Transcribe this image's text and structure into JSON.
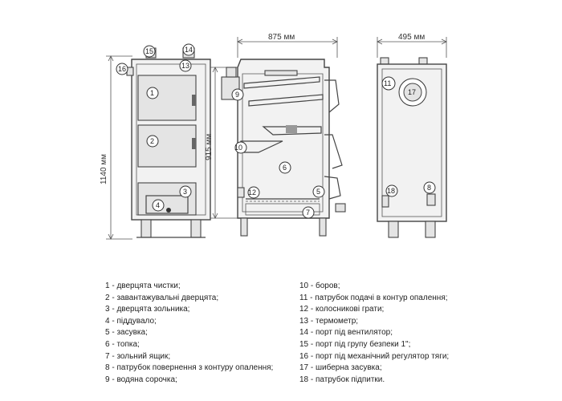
{
  "dimensions": {
    "height_total": "1140 мм",
    "height_body": "915 мм",
    "depth": "875 мм",
    "width": "495 мм"
  },
  "callouts": {
    "c1": "1",
    "c2": "2",
    "c3": "3",
    "c4": "4",
    "c5": "5",
    "c6": "6",
    "c7": "7",
    "c8": "8",
    "c9": "9",
    "c10": "10",
    "c11": "11",
    "c12": "12",
    "c13": "13",
    "c14": "14",
    "c15": "15",
    "c16": "16",
    "c17": "17",
    "c18": "18"
  },
  "legend_left": [
    "1 - дверцята чистки;",
    "2 - завантажувальні дверцята;",
    "3 - дверцята зольника;",
    "4 - піддувало;",
    "5 - засувка;",
    "6 - топка;",
    "7 - зольний ящик;",
    "8 - патрубок повернення з контуру опалення;",
    "9 - водяна сорочка;"
  ],
  "legend_right": [
    "10 - боров;",
    "11 - патрубок подачі в контур опалення;",
    "12 - колосникові грати;",
    "13 - термометр;",
    "14 - порт під вентилятор;",
    "15 - порт під групу безпеки 1\";",
    "16 - порт під механічний регулятор тяги;",
    "17 - шиберна засувка;",
    "18 - патрубок підпитки."
  ]
}
